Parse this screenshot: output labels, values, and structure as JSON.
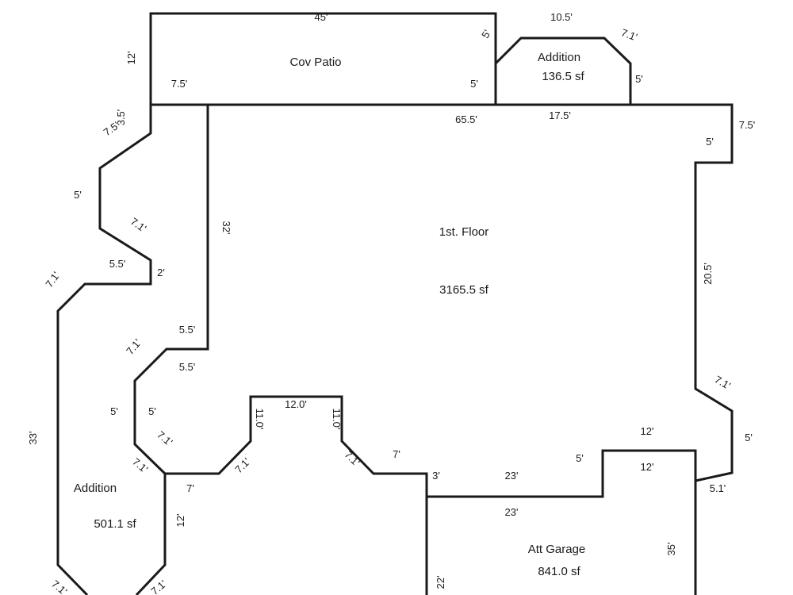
{
  "rooms": {
    "cov_patio": {
      "name": "Cov Patio"
    },
    "addition_top": {
      "name": "Addition",
      "area": "136.5 sf"
    },
    "first_floor": {
      "name": "1st. Floor",
      "area": "3165.5 sf"
    },
    "addition_left": {
      "name": "Addition",
      "area": "501.1 sf"
    },
    "garage": {
      "name": "Att Garage",
      "area": "841.0 sf"
    }
  },
  "dims": {
    "patio_top": "45'",
    "patio_left": "12'",
    "patio_inner": "7.5'",
    "patio_right": "5'",
    "patio_right_top": "5'",
    "add_top": "10.5'",
    "add_diag": "7.1'",
    "add_right": "5'",
    "add_bottom": "17.5'",
    "floor_top": "65.5'",
    "right_jog_top": "7.5'",
    "right_jog_side": "5'",
    "right_wall": "20.5'",
    "right_diag": "7.1'",
    "right_lower": "5'",
    "garage_step": "5.1'",
    "left_top_small": "3.5'",
    "left_diag_top": "7.5'",
    "left_side": "5'",
    "left_diag_mid": "7.1'",
    "left_jog": "5.5'",
    "left_jog_small": "2'",
    "left_diag_upper": "7.1'",
    "inner_wall": "32'",
    "addl_outer": "33'",
    "jog_a": "5.5'",
    "jog_b": "5.5'",
    "diag_c": "7.1'",
    "side_d": "5'",
    "side_e": "5'",
    "diag_f": "7.1'",
    "diag_g": "7.1'",
    "bottom_h": "7'",
    "addl_inner": "12'",
    "bay_diag_l": "7.1'",
    "bay_side_l": "11.0'",
    "bay_top": "12.0'",
    "bay_side_r": "11.0'",
    "bay_diag_r": "7.1'",
    "bay_bottom_r": "7'",
    "garage_left_small": "3'",
    "garage_top": "23'",
    "garage_top_in": "23'",
    "garage_step_side": "5'",
    "garage_step_top": "12'",
    "garage_step_in": "12'",
    "garage_right": "35'",
    "garage_left": "22'",
    "bottom_diag_l": "7.1'",
    "bottom_diag_r": "7.1'"
  }
}
